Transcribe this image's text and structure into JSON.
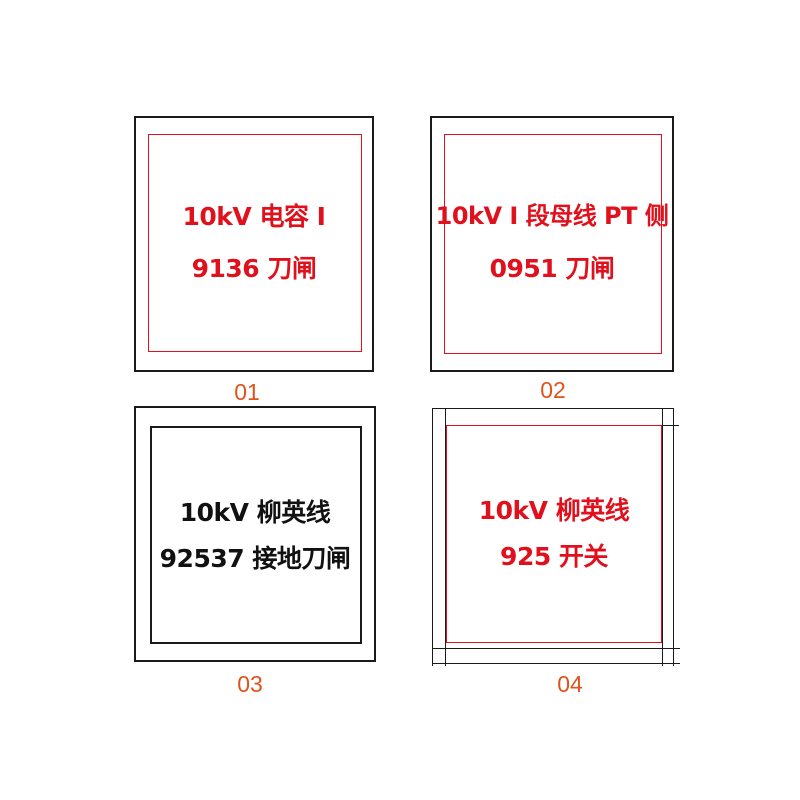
{
  "panels": [
    {
      "line1": "10kV 电容 I",
      "line2": "9136 刀闸",
      "number": "01",
      "text_color": "#e0101c",
      "frame_color": "#e0101c"
    },
    {
      "line1": "10kV I 段母线 PT 侧",
      "line2": "0951 刀闸",
      "number": "02",
      "text_color": "#e0101c",
      "frame_color": "#e0101c"
    },
    {
      "line1": "10kV 柳英线",
      "line2": "92537 接地刀闸",
      "number": "03",
      "text_color": "#111111",
      "frame_color": "#111111"
    },
    {
      "line1": "10kV 柳英线",
      "line2": "925 开关",
      "number": "04",
      "text_color": "#e0101c",
      "frame_color": "#e0101c"
    }
  ],
  "colors": {
    "number": "#e0531c",
    "outer_frame": "#1a1a1a"
  }
}
